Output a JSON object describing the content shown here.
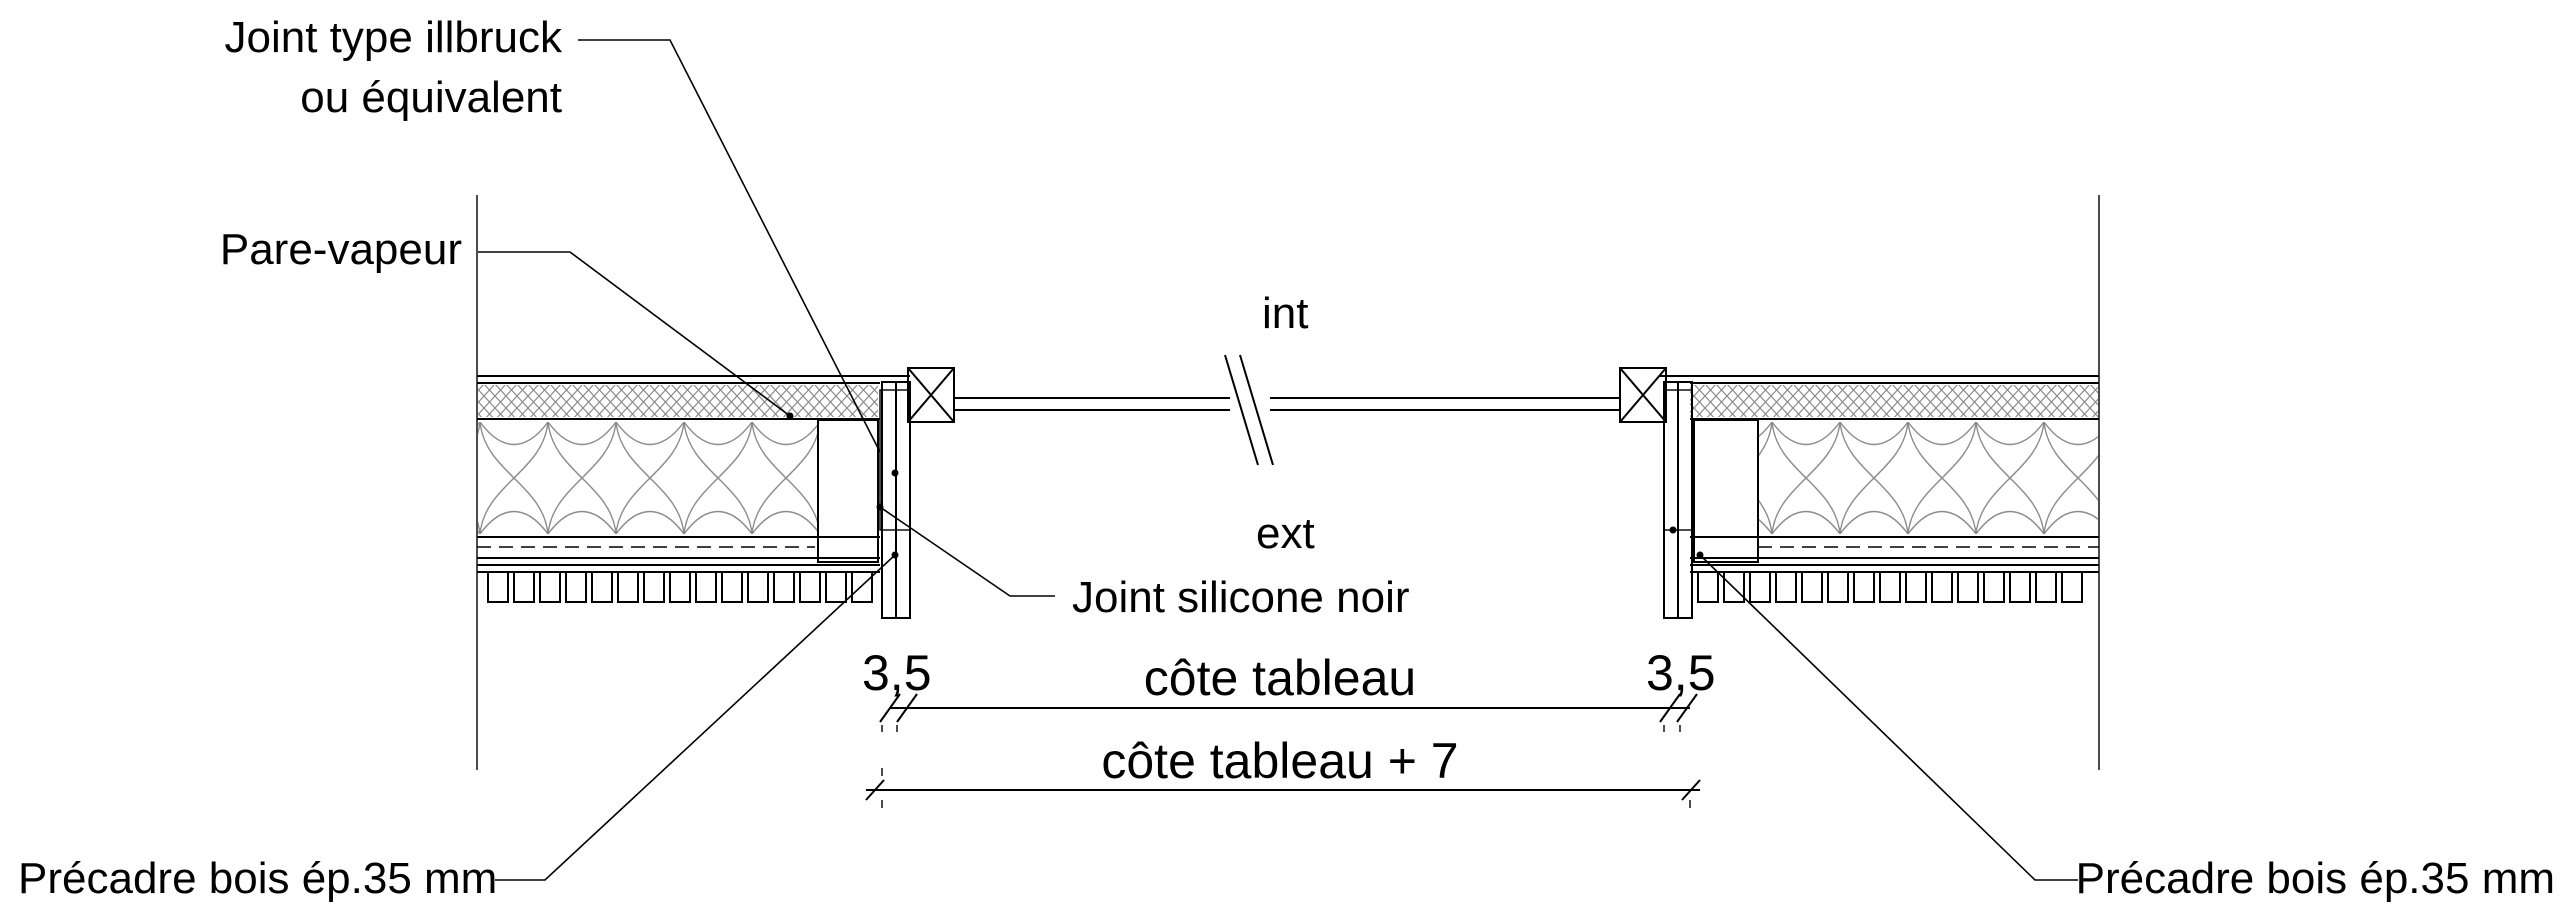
{
  "labels": {
    "joint_illbruck_line1": "Joint type illbruck",
    "joint_illbruck_line2": "ou équivalent",
    "pare_vapeur": "Pare-vapeur",
    "int": "int",
    "ext": "ext",
    "joint_silicone": "Joint silicone noir",
    "dim_left": "3,5",
    "dim_right": "3,5",
    "cote_tableau": "côte tableau",
    "cote_tableau_plus": "côte tableau + 7",
    "precadre_left": "Précadre bois ép.35 mm",
    "precadre_right": "Précadre bois ép.35 mm"
  },
  "colors": {
    "line": "#000000",
    "insulation": "#8a8a8a",
    "background": "#ffffff"
  }
}
